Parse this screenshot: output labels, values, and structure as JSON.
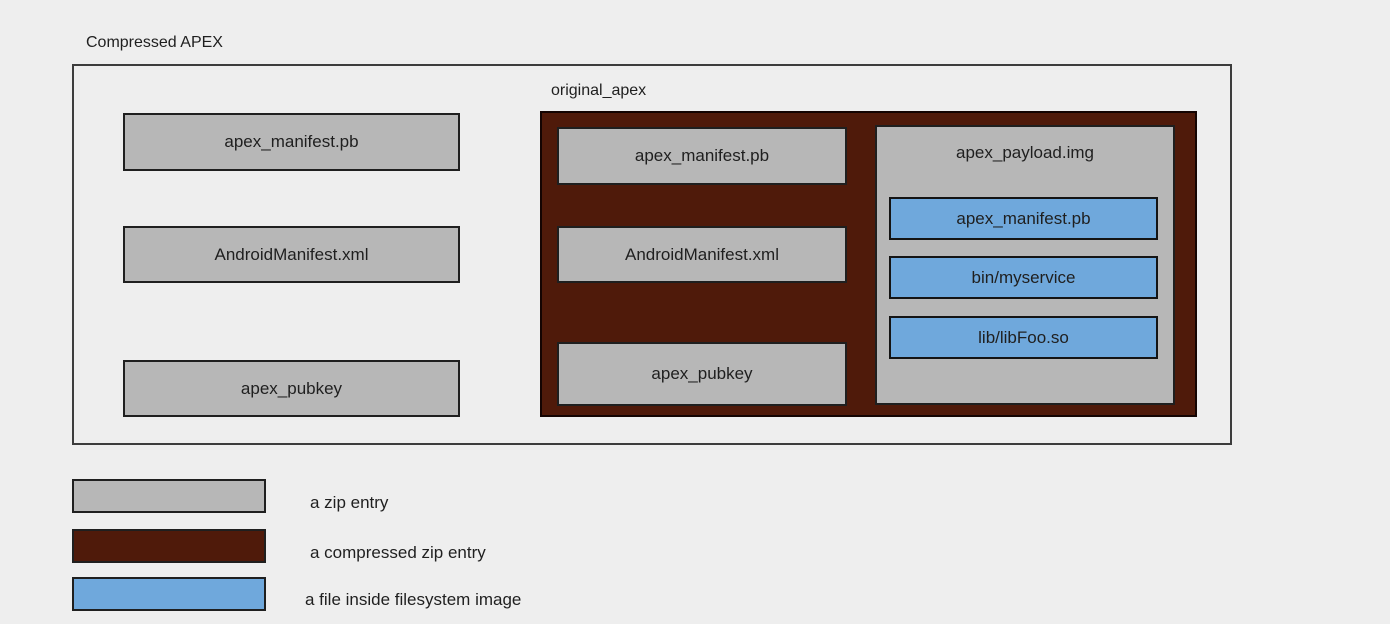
{
  "diagram": {
    "title": "Compressed APEX",
    "outer_zip_entries": [
      "apex_manifest.pb",
      "AndroidManifest.xml",
      "apex_pubkey"
    ],
    "original_apex": {
      "label": "original_apex",
      "zip_entries": [
        "apex_manifest.pb",
        "AndroidManifest.xml",
        "apex_pubkey"
      ],
      "payload": {
        "label": "apex_payload.img",
        "files": [
          "apex_manifest.pb",
          "bin/myservice",
          "lib/libFoo.so"
        ]
      }
    }
  },
  "legend": {
    "items": [
      {
        "label": "a zip entry",
        "swatch_color": "#b7b7b7"
      },
      {
        "label": "a compressed zip entry",
        "swatch_color": "#4f1a0a"
      },
      {
        "label": "a file inside filesystem image",
        "swatch_color": "#6fa8dc"
      }
    ]
  },
  "colors": {
    "background": "#eeeeee",
    "zip_entry_fill": "#b7b7b7",
    "compressed_zip_entry_fill": "#4f1a0a",
    "filesystem_file_fill": "#6fa8dc",
    "box_border": "#1f1f1f",
    "outer_border": "#3c3c3c",
    "text": "#1f1f1f"
  }
}
